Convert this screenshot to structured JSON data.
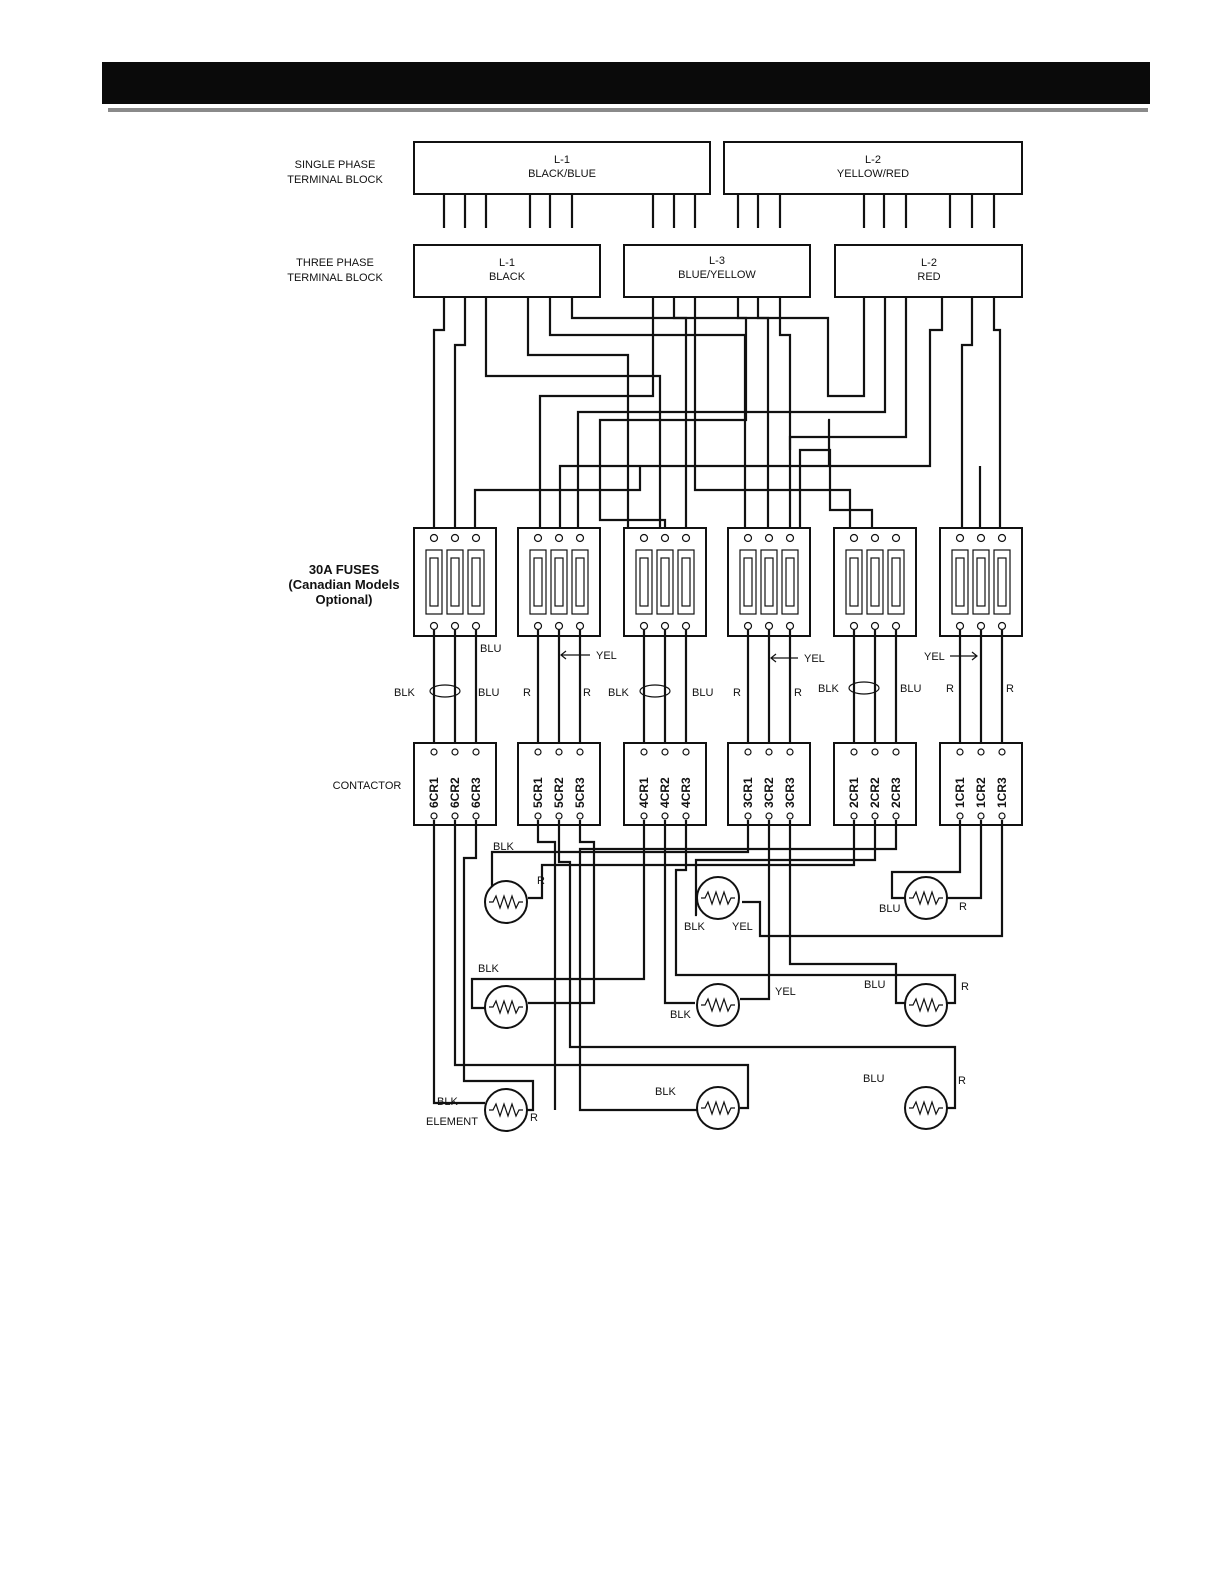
{
  "single_phase": {
    "label_line1": "SINGLE PHASE",
    "label_line2": "TERMINAL BLOCK",
    "blocks": [
      {
        "name": "L-1",
        "color": "BLACK/BLUE"
      },
      {
        "name": "L-2",
        "color": "YELLOW/RED"
      }
    ]
  },
  "three_phase": {
    "label_line1": "THREE PHASE",
    "label_line2": "TERMINAL BLOCK",
    "blocks": [
      {
        "name": "L-1",
        "color": "BLACK"
      },
      {
        "name": "L-3",
        "color": "BLUE/YELLOW"
      },
      {
        "name": "L-2",
        "color": "RED"
      }
    ]
  },
  "fuses": {
    "label_line1": "30A FUSES",
    "label_line2": "(Canadian Models",
    "label_line3": "Optional)"
  },
  "contactor": {
    "label": "CONTACTOR",
    "groups": [
      [
        "6CR1",
        "6CR2",
        "6CR3"
      ],
      [
        "5CR1",
        "5CR2",
        "5CR3"
      ],
      [
        "4CR1",
        "4CR2",
        "4CR3"
      ],
      [
        "3CR1",
        "3CR2",
        "3CR3"
      ],
      [
        "2CR1",
        "2CR2",
        "2CR3"
      ],
      [
        "1CR1",
        "1CR2",
        "1CR3"
      ]
    ]
  },
  "wire_labels": {
    "blk": "BLK",
    "blu": "BLU",
    "yel": "YEL",
    "r": "R",
    "element": "ELEMENT"
  }
}
